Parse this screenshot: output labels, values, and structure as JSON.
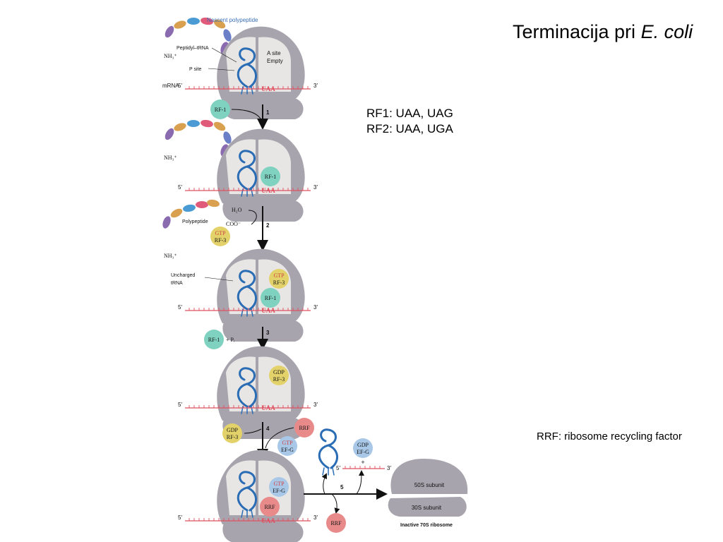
{
  "slide": {
    "title_main": "Terminacija pri ",
    "title_italic": "E. coli",
    "rf1_note": "RF1: UAA, UAG",
    "rf2_note": "RF2: UAA, UGA",
    "rrf_note": "RRF: ribosome recycling factor"
  },
  "diagram": {
    "labels": {
      "nascent_polypeptide": "Nascent polypeptide",
      "peptidyl_trna": "Peptidyl–tRNA",
      "p_site": "P site",
      "a_site_line1": "A site",
      "a_site_line2": "Empty",
      "mrna": "mRNA",
      "five_prime": "5′",
      "three_prime": "3′",
      "stop_codon": "UAA",
      "nh3": "NH₃⁺",
      "polypeptide": "Polypeptide",
      "h2o": "H₂O",
      "coo": "COO⁻",
      "uncharged_trna_line1": "Uncharged",
      "uncharged_trna_line2": "tRNA",
      "plus_pi": "+  Pᵢ",
      "plus": "+",
      "subunit_50s": "50S subunit",
      "subunit_30s": "30S subunit",
      "inactive_ribosome": "Inactive 70S ribosome"
    },
    "factors": {
      "rf1": "RF-1",
      "rf3": "RF-3",
      "gtp": "GTP",
      "gdp": "GDP",
      "rrf": "RRF",
      "efg": "EF-G"
    },
    "steps": [
      "1",
      "2",
      "3",
      "4",
      "5"
    ],
    "colors": {
      "ribosome": "#a8a4ad",
      "ribosome_inner": "#e8e6e4",
      "trna": "#2a6db5",
      "mrna": "#e05060",
      "rf1": "#7fd1c0",
      "rf3": "#e3d26a",
      "rrf": "#e88a8a",
      "efg": "#a9c8e8",
      "gtp_text": "#d04040",
      "beads": [
        "#8a6bb0",
        "#d9a14f",
        "#4a9ad4",
        "#e05a7a",
        "#d9a14f",
        "#6a7fc8"
      ]
    }
  }
}
